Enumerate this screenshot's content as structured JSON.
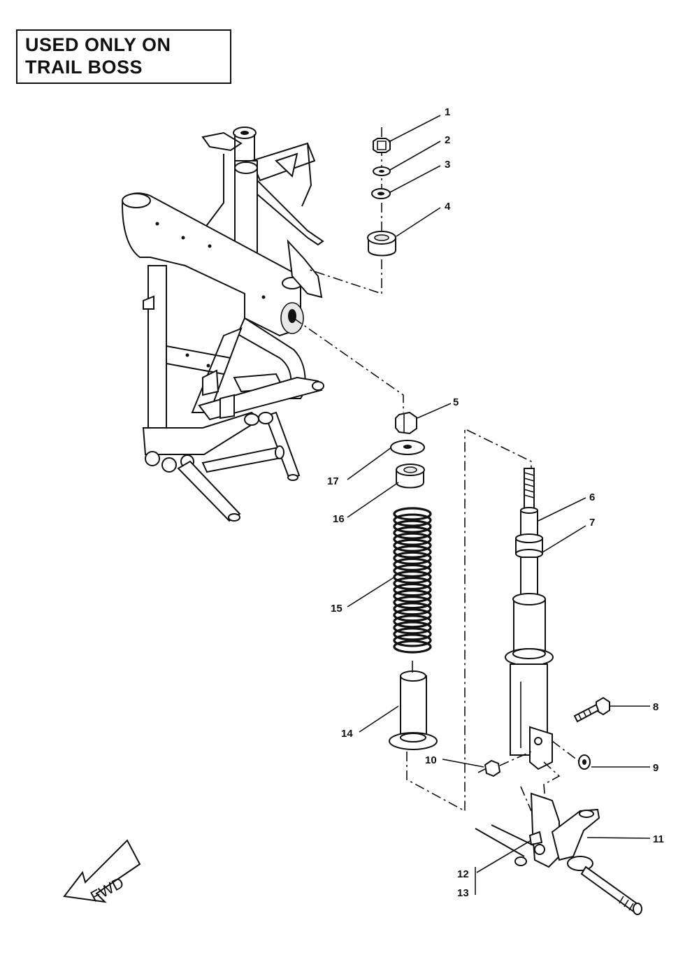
{
  "note": {
    "line1": "USED ONLY ON",
    "line2": "TRAIL BOSS"
  },
  "fwd_label": "FWD",
  "callouts": [
    {
      "id": "1",
      "label": "1"
    },
    {
      "id": "2",
      "label": "2"
    },
    {
      "id": "3",
      "label": "3"
    },
    {
      "id": "4",
      "label": "4"
    },
    {
      "id": "5",
      "label": "5"
    },
    {
      "id": "6",
      "label": "6"
    },
    {
      "id": "7",
      "label": "7"
    },
    {
      "id": "8",
      "label": "8"
    },
    {
      "id": "9",
      "label": "9"
    },
    {
      "id": "10",
      "label": "10"
    },
    {
      "id": "11",
      "label": "11"
    },
    {
      "id": "12",
      "label": "12"
    },
    {
      "id": "13",
      "label": "13"
    },
    {
      "id": "14",
      "label": "14"
    },
    {
      "id": "15",
      "label": "15"
    },
    {
      "id": "16",
      "label": "16"
    },
    {
      "id": "17",
      "label": "17"
    }
  ]
}
